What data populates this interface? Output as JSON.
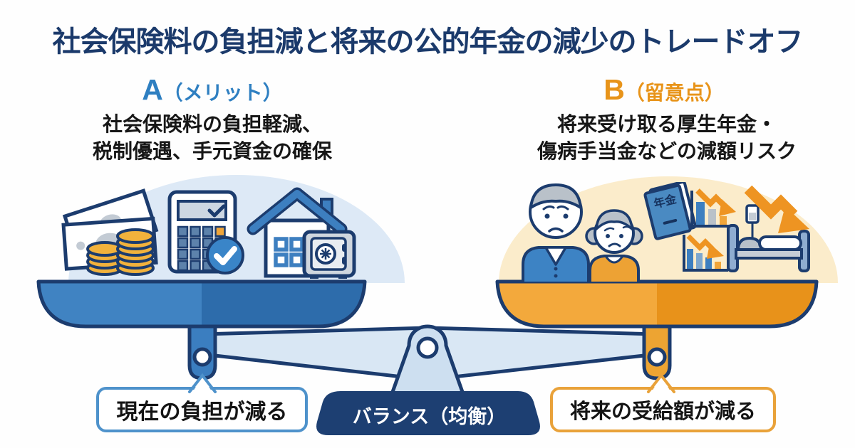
{
  "title": "社会保険料の負担減と将来の公的年金の減少のトレードオフ",
  "left": {
    "heading_letter": "A",
    "heading_note": "（メリット）",
    "line1": "社会保険料の負担軽減、",
    "line2": "税制優遇、手元資金の確保",
    "caption": "現在の負担が減る",
    "icon_names": [
      "banknotes-coins-icon",
      "calculator-check-icon",
      "house-safe-icon"
    ]
  },
  "right": {
    "heading_letter": "B",
    "heading_note": "（留意点）",
    "line1": "将来受け取る厚生年金・",
    "line2": "傷病手当金などの減額リスク",
    "caption": "将来の受給額が減る",
    "book_label": "年金",
    "icon_names": [
      "elderly-couple-icon",
      "pension-book-icon",
      "declining-chart-icon",
      "hospital-bed-icon",
      "down-arrow-icon"
    ]
  },
  "center": {
    "label": "バランス（均衡）"
  },
  "colors": {
    "navy_outline": "#1c3c6e",
    "accent_blue": "#2e7fc1",
    "accent_orange": "#e8941a",
    "pan_blue_light": "#4083c2",
    "pan_blue_dark": "#2d6cab",
    "pan_orange_light": "#f3a93c",
    "pan_orange_dark": "#e8921a",
    "beam_fill": "#d9e7f4",
    "dome_blue": "#dde9f6",
    "dome_cream": "#fbeccb",
    "pedestal_navy": "#1d3f72",
    "coin_gold": "#f2b23c",
    "arrow_orange": "#ee9422"
  }
}
